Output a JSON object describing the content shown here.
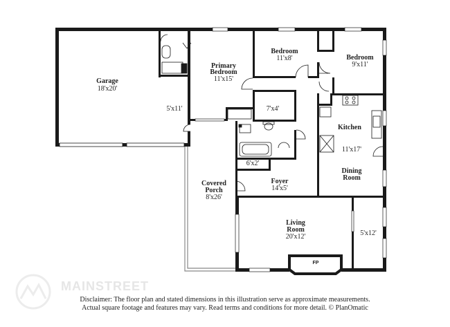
{
  "rooms": {
    "garage": {
      "name": "Garage",
      "dim": "18'x20'"
    },
    "laundry": {
      "dim": "5'x11'"
    },
    "primary_bedroom": {
      "name_line1": "Primary",
      "name_line2": "Bedroom",
      "dim": "11'x15'"
    },
    "bedroom_a": {
      "name": "Bedroom",
      "dim": "11'x8'"
    },
    "bedroom_b": {
      "name": "Bedroom",
      "dim": "9'x11'"
    },
    "closet": {
      "dim": "7'x4'"
    },
    "kitchen": {
      "name": "Kitchen",
      "dim": "11'x17'"
    },
    "dining": {
      "name": "Dining",
      "name_line2": "Room"
    },
    "bath": {
      "dim": "6'x2'"
    },
    "porch": {
      "name_line1": "Covered",
      "name_line2": "Porch",
      "dim": "8'x26'"
    },
    "foyer": {
      "name": "Foyer",
      "dim": "14'x5'"
    },
    "living": {
      "name_line1": "Living",
      "name_line2": "Room",
      "dim": "20'x12'"
    },
    "den": {
      "dim": "5'x12'"
    },
    "fireplace": {
      "label": "FP"
    }
  },
  "watermark": {
    "text": "MAINSTREET"
  },
  "disclaimer": {
    "line1": "Disclaimer: The floor plan and stated dimensions in this illustration serve as approximate measurements.",
    "line2": "Actual square footage and features may vary. Read terms and conditions for more detail. © PlanOmatic"
  }
}
